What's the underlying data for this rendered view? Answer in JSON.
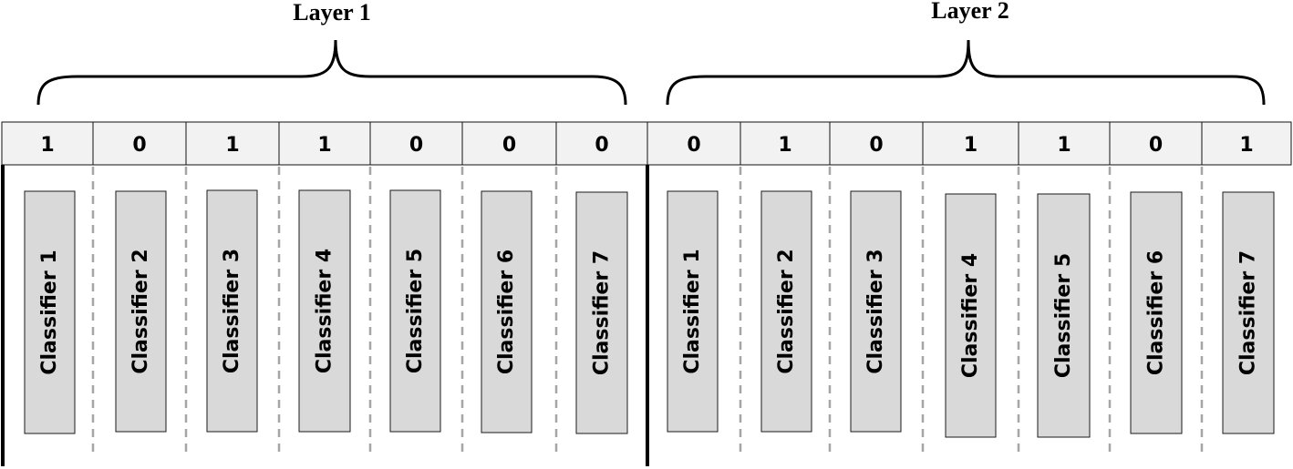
{
  "layers": [
    {
      "title": "Layer 1",
      "bits": [
        "1",
        "0",
        "1",
        "1",
        "0",
        "0",
        "0"
      ],
      "classifiers": [
        "Classifier 1",
        "Classifier 2",
        "Classifier 3",
        "Classifier 4",
        "Classifier 5",
        "Classifier 6",
        "Classifier 7"
      ]
    },
    {
      "title": "Layer 2",
      "bits": [
        "0",
        "1",
        "0",
        "1",
        "1",
        "0",
        "1"
      ],
      "classifiers": [
        "Classifier 1",
        "Classifier 2",
        "Classifier 3",
        "Classifier 4",
        "Classifier 5",
        "Classifier 6",
        "Classifier 7"
      ]
    }
  ],
  "colors": {
    "cell_fill": "#f2f2f2",
    "classifier_fill": "#d9d9d9",
    "separator_dash": "#a6a6a6"
  }
}
